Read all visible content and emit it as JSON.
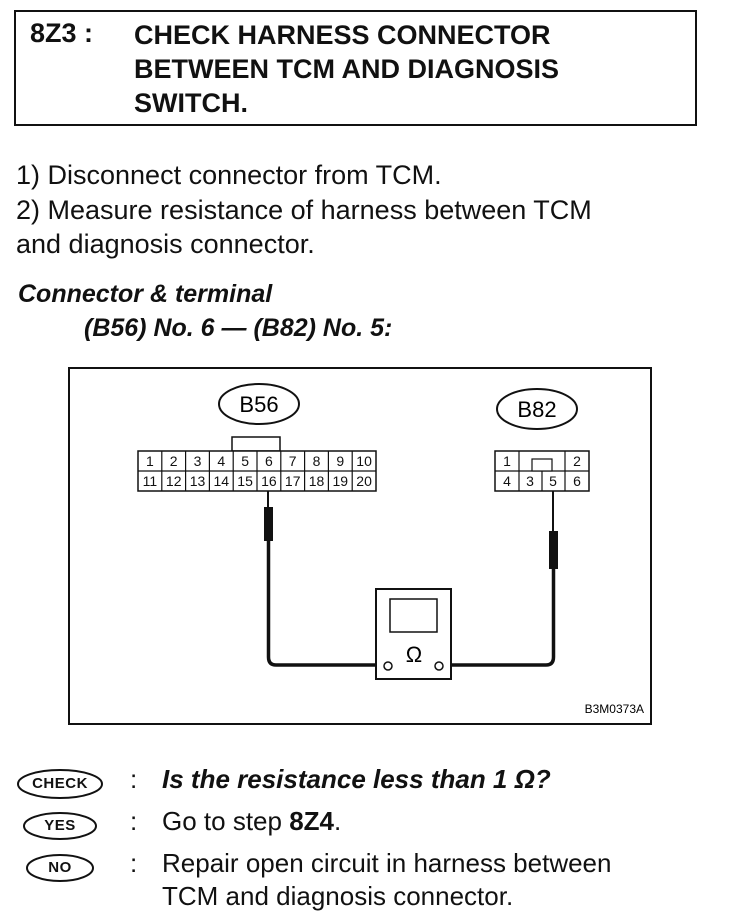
{
  "header": {
    "step_code": "8Z3 :",
    "title_lines": [
      "CHECK HARNESS CONNECTOR",
      "BETWEEN TCM AND DIAGNOSIS",
      "SWITCH."
    ]
  },
  "instructions": [
    "1)  Disconnect connector from TCM.",
    "2)  Measure resistance of harness between TCM",
    "and diagnosis connector."
  ],
  "connector_terminal": {
    "label": "Connector & terminal",
    "value": "(B56) No. 6 — (B82) No. 5:"
  },
  "diagram": {
    "b56": {
      "label": "B56",
      "row1": [
        "1",
        "2",
        "3",
        "4",
        "5",
        "6",
        "7",
        "8",
        "9",
        "10"
      ],
      "row2": [
        "11",
        "12",
        "13",
        "14",
        "15",
        "16",
        "17",
        "18",
        "19",
        "20"
      ]
    },
    "b82": {
      "label": "B82",
      "row1": [
        "1",
        "",
        "2"
      ],
      "row2": [
        "4",
        "3",
        "5",
        "6"
      ]
    },
    "meter_symbol": "Ω",
    "figure_code": "B3M0373A"
  },
  "answers": [
    {
      "badge": "CHECK",
      "colon": ":",
      "text": "Is the resistance less than 1 Ω?"
    },
    {
      "badge": "YES",
      "colon": ":",
      "text_prefix": "Go to step ",
      "text_bold": "8Z4",
      "text_suffix": "."
    },
    {
      "badge": "NO",
      "colon": ":",
      "lines": [
        "Repair open circuit in harness between",
        "TCM and diagnosis connector."
      ]
    }
  ]
}
